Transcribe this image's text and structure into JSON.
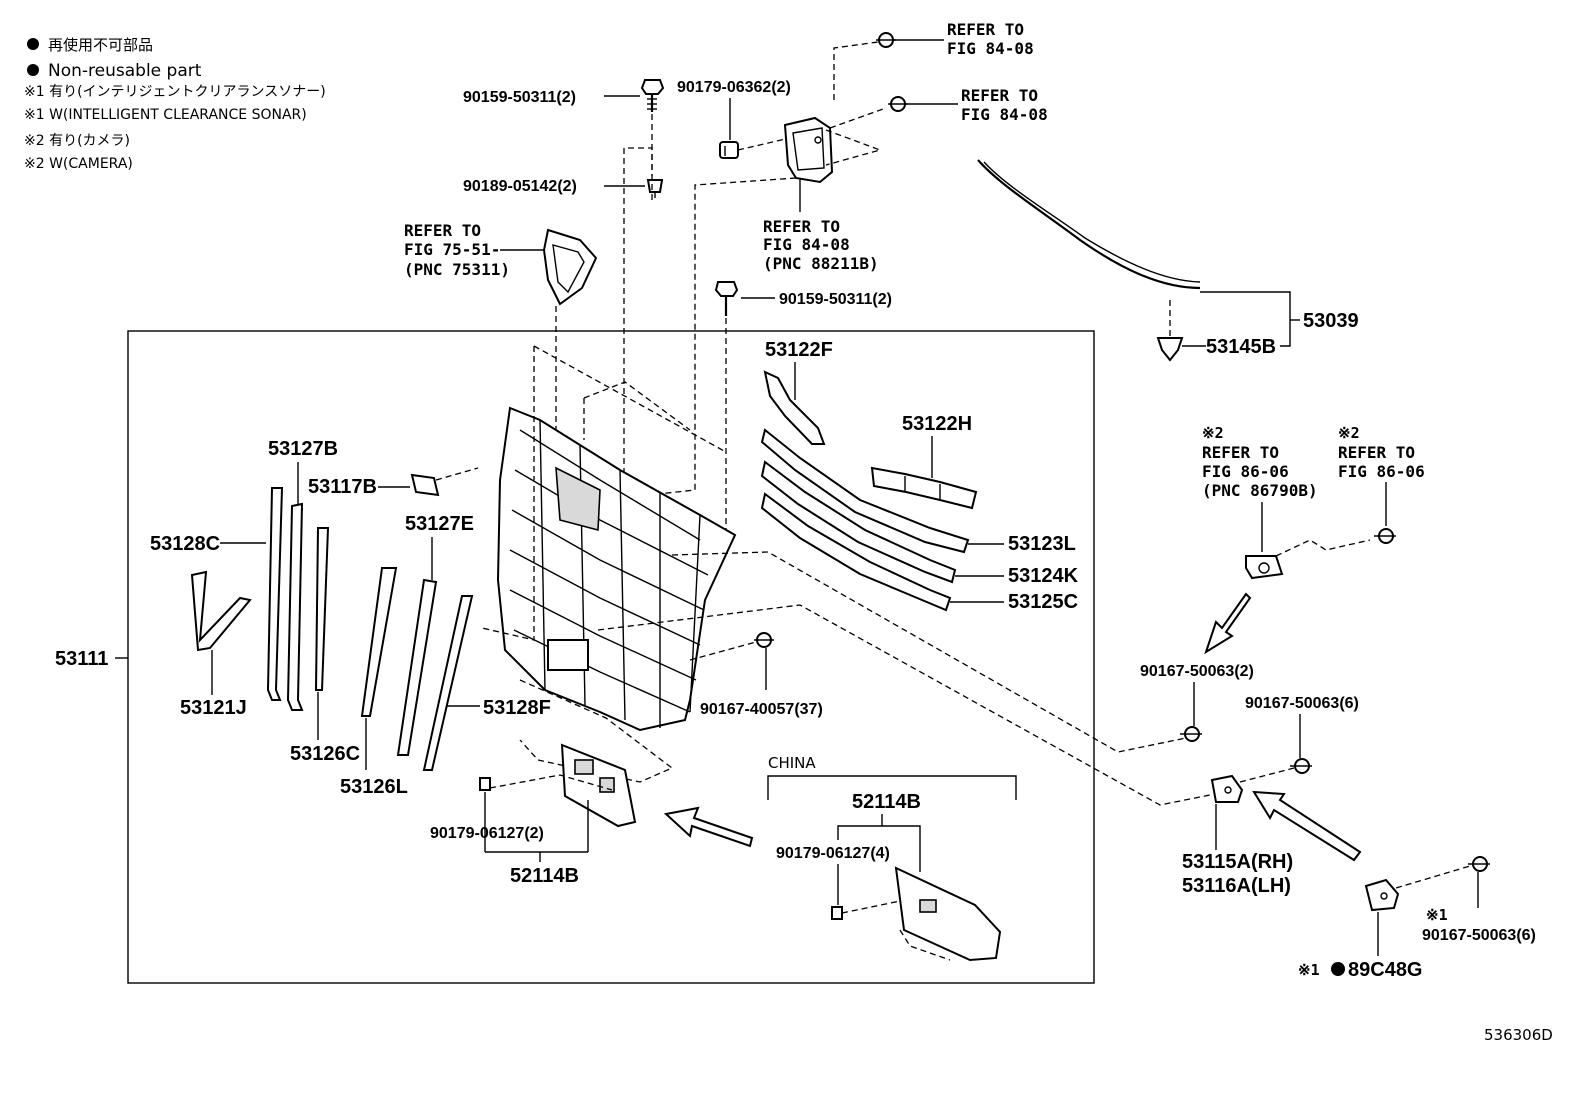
{
  "legend": {
    "line1": "再使用不可部品",
    "line2": "Non-reusable part",
    "line3": "※1 有り(インテリジェントクリアランスソナー)",
    "line4": "※1 W(INTELLIGENT CLEARANCE SONAR)",
    "line5": "※2 有り(カメラ)",
    "line6": "※2 W(CAMERA)"
  },
  "refs": {
    "refer_to": "REFER TO",
    "fig_84_08": "FIG 84-08",
    "fig_75_51": "FIG 75-51-",
    "pnc_75311": "(PNC 75311)",
    "pnc_88211b": "(PNC 88211B)",
    "fig_86_06": "FIG 86-06",
    "pnc_86790b": "(PNC 86790B)",
    "note2": "※2",
    "note1": "※1",
    "china": "CHINA"
  },
  "parts": {
    "p90159_top": "90159-50311(2)",
    "p90179_06362": "90179-06362(2)",
    "p90189": "90189-05142(2)",
    "p90159_mid": "90159-50311(2)",
    "p53039": "53039",
    "p53145b": "53145B",
    "p53122f": "53122F",
    "p53122h": "53122H",
    "p53127b": "53127B",
    "p53117b": "53117B",
    "p53127e": "53127E",
    "p53128c": "53128C",
    "p53111": "53111",
    "p53121j": "53121J",
    "p53126c": "53126C",
    "p53126l": "53126L",
    "p53128f": "53128F",
    "p53123l": "53123L",
    "p53124k": "53124K",
    "p53125c": "53125C",
    "p90167_40057": "90167-40057(37)",
    "p90179_06127_2": "90179-06127(2)",
    "p52114b_a": "52114B",
    "p52114b_b": "52114B",
    "p90179_06127_4": "90179-06127(4)",
    "p90167_50063_2": "90167-50063(2)",
    "p90167_50063_6a": "90167-50063(6)",
    "p53115a": "53115A(RH)",
    "p53116a": "53116A(LH)",
    "p90167_50063_6b": "90167-50063(6)",
    "p89c48g": "89C48G"
  },
  "illustration_id": "536306D"
}
